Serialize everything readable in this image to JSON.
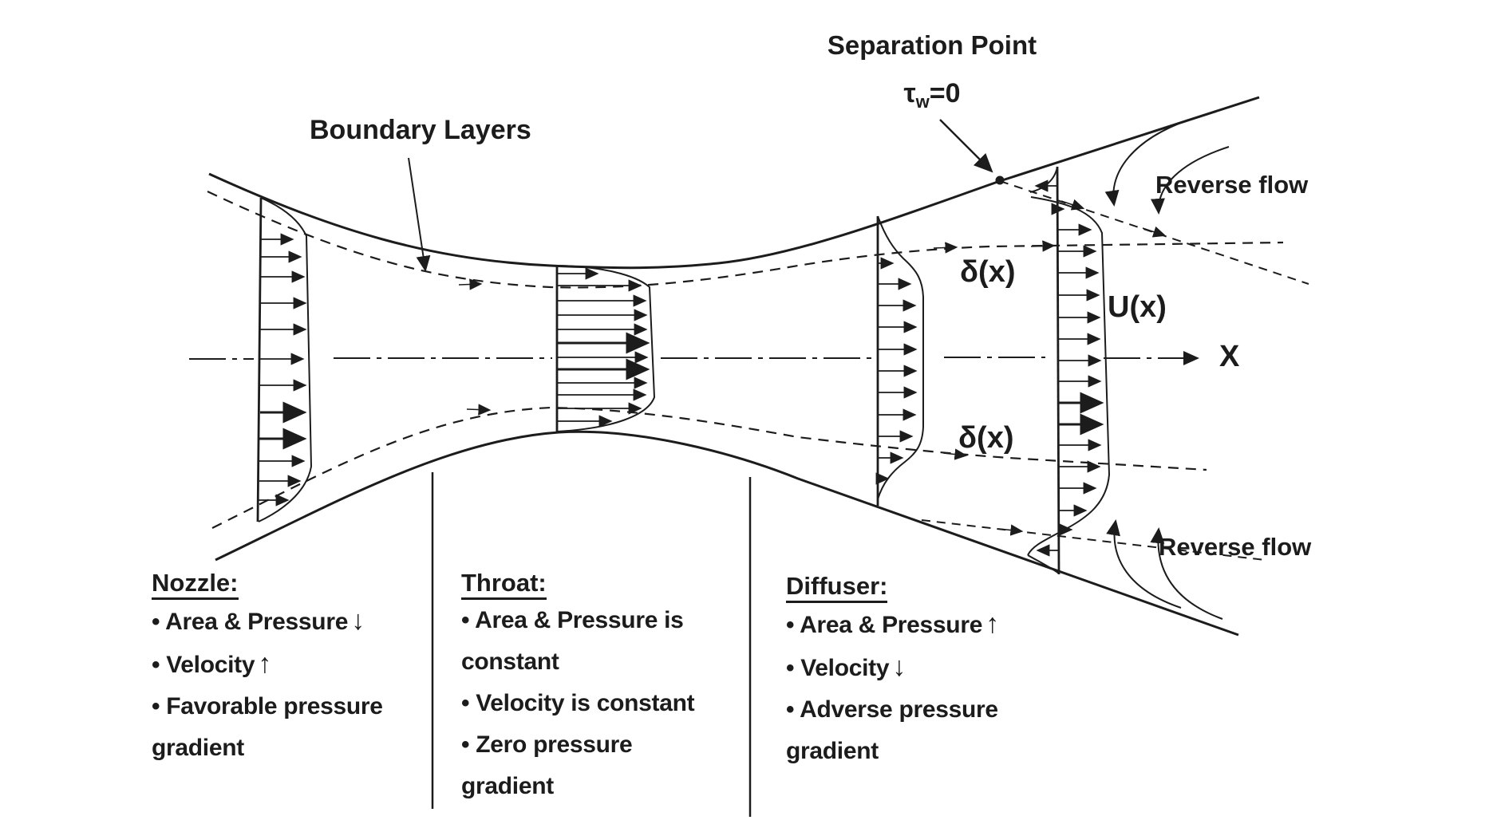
{
  "colors": {
    "ink": "#1c1c1c",
    "background": "#ffffff"
  },
  "labels": {
    "boundary_layers": "Boundary Layers",
    "separation_point": "Separation Point",
    "tau": "τ",
    "tau_sub": "w",
    "tau_rest": "=0",
    "reverse_flow_top": "Reverse flow",
    "reverse_flow_bottom": "Reverse flow",
    "delta_upper": "δ(x)",
    "delta_lower": "δ(x)",
    "velocity_label": "U(x)",
    "axis_label": "X"
  },
  "sections": {
    "nozzle": {
      "title": "Nozzle:",
      "lines": [
        {
          "text": "• Area & Pressure",
          "arrow": "↓"
        },
        {
          "text": "• Velocity",
          "arrow": "↑"
        },
        {
          "text": "• Favorable pressure"
        },
        {
          "text": "gradient"
        }
      ]
    },
    "throat": {
      "title": "Throat:",
      "lines": [
        {
          "text": "• Area & Pressure is"
        },
        {
          "text": "constant"
        },
        {
          "text": "• Velocity is constant"
        },
        {
          "text": "• Zero pressure"
        },
        {
          "text": "gradient"
        }
      ]
    },
    "diffuser": {
      "title": "Diffuser:",
      "lines": [
        {
          "text": "• Area & Pressure",
          "arrow": "↑"
        },
        {
          "text": "• Velocity",
          "arrow": "↓"
        },
        {
          "text": "• Adverse pressure"
        },
        {
          "text": "gradient"
        }
      ]
    }
  }
}
